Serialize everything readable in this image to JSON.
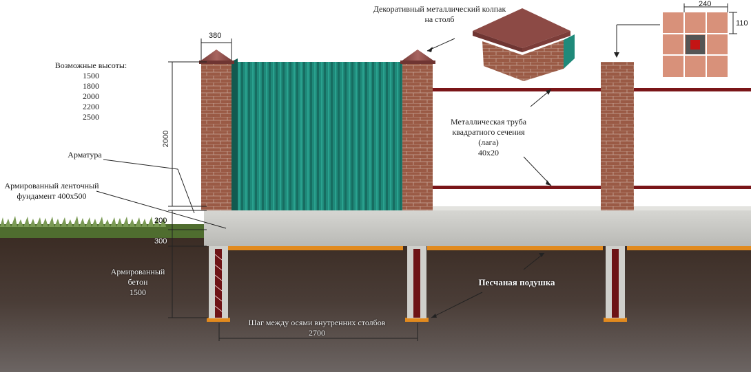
{
  "labels": {
    "cap_title_line1": "Декоративный металлический колпак",
    "cap_title_line2": "на столб",
    "heights_title": "Возможные высоты:",
    "heights": [
      "1500",
      "1800",
      "2000",
      "2200",
      "2500"
    ],
    "rebar": "Арматура",
    "foundation_line1": "Армированный ленточный",
    "foundation_line2": "фундамент 400х500",
    "pipe_line1": "Металлическая труба",
    "pipe_line2": "квадратного сечения",
    "pipe_line3": "(лага)",
    "pipe_line4": "40х20",
    "concrete_line1": "Армированный",
    "concrete_line2": "бетон",
    "concrete_line3": "1500",
    "sand": "Песчаная подушка",
    "step_line1": "Шаг между осями внутренних столбов",
    "step_line2": "2700"
  },
  "dimensions": {
    "post_width": "380",
    "fence_height": "2000",
    "above_ground": "200",
    "below_ground": "300",
    "brick_width": "240",
    "brick_height": "110"
  },
  "colors": {
    "brick": "#9a5a45",
    "profile_sheet": "#1f8a7a",
    "concrete": "#c9c9c6",
    "soil": "#3e3430",
    "sand": "#e28a1e",
    "pipe": "#7a1518",
    "cap": "#8c4a45",
    "grass": "#5d7b3a"
  }
}
